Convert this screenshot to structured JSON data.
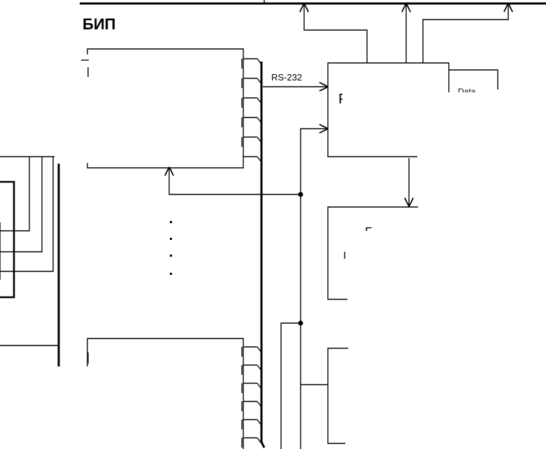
{
  "diagram": {
    "block_title": "БИП",
    "link_label": "RS-232",
    "partial_label_data": "Data",
    "partial_glyph_r": "Р",
    "partial_glyph_g": "Г",
    "colors": {
      "line": "#000000",
      "background": "#ffffff"
    }
  }
}
